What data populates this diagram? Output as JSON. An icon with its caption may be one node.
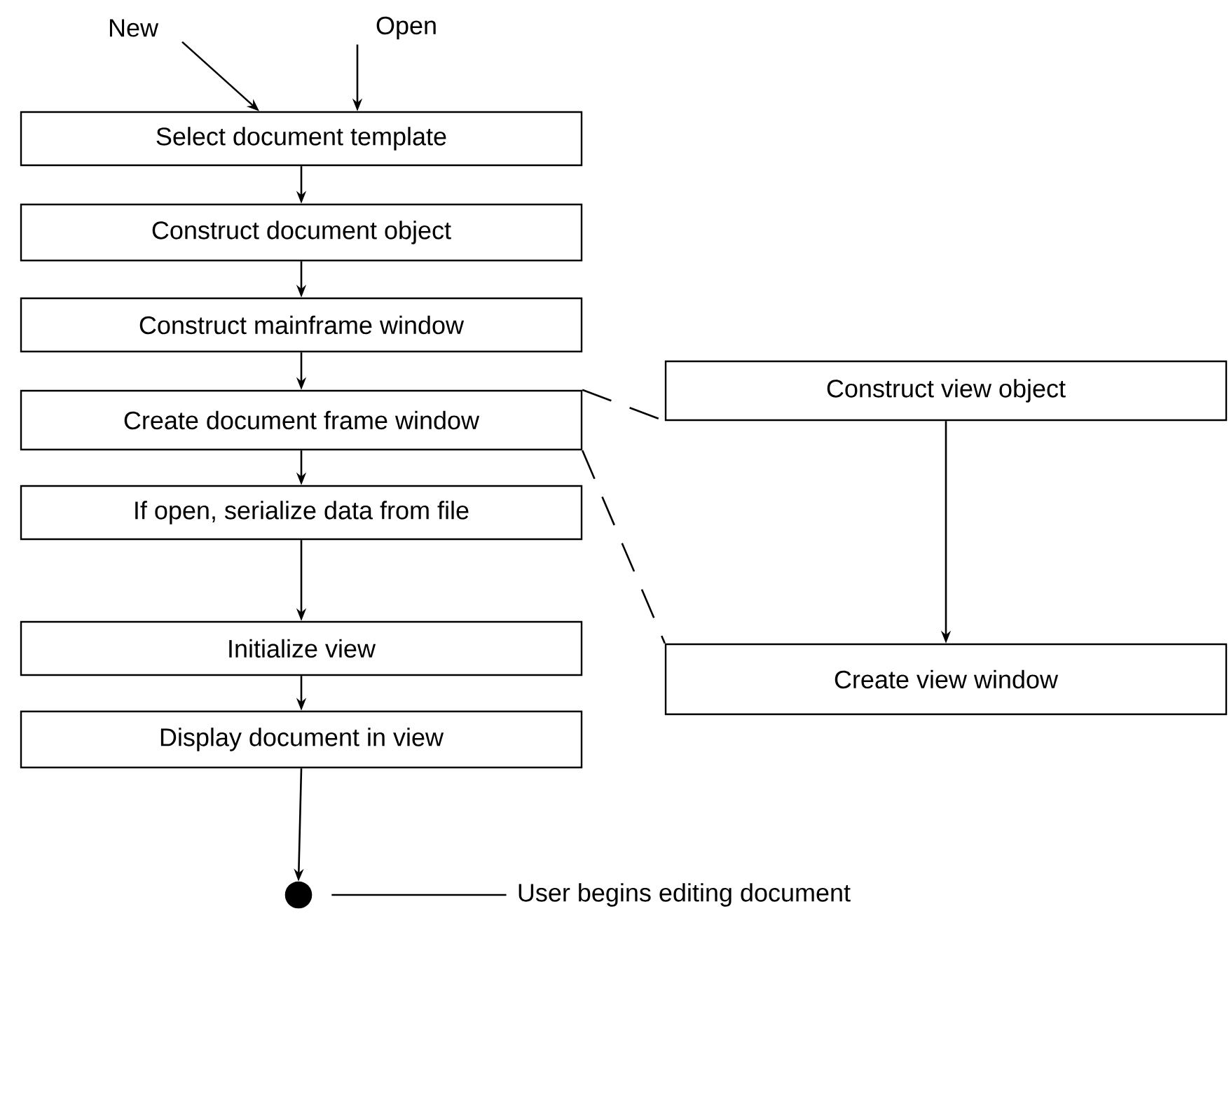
{
  "diagram": {
    "nodes": [
      {
        "text": [
          "New"
        ]
      },
      {
        "text": [
          "Open"
        ]
      },
      {
        "text": [
          "Select document template"
        ]
      },
      {
        "text": [
          "Construct document object"
        ]
      },
      {
        "text": [
          "Construct mainframe window"
        ]
      },
      {
        "text": [
          "Create document frame window"
        ]
      },
      {
        "text": [
          "If open, serialize data from file"
        ]
      },
      {
        "text": [
          "Initialize view"
        ]
      },
      {
        "text": [
          "Display document in view"
        ]
      },
      {
        "text": [],
        "shape": "circle"
      },
      {
        "text": [
          "User begins editing document"
        ]
      },
      {
        "text": [
          "Construct view object"
        ]
      },
      {
        "text": [
          "Create view window"
        ]
      }
    ],
    "edges": [
      {
        "from": 0,
        "to": 2,
        "arrow": "to"
      },
      {
        "from": 1,
        "to": 2,
        "arrow": "to"
      },
      {
        "from": 2,
        "to": 3,
        "arrow": "to"
      },
      {
        "from": 3,
        "to": 4,
        "arrow": "to"
      },
      {
        "from": 4,
        "to": 5,
        "arrow": "to"
      },
      {
        "from": 5,
        "to": 6,
        "arrow": "to"
      },
      {
        "from": 6,
        "to": 7,
        "arrow": "to"
      },
      {
        "from": 7,
        "to": 8,
        "arrow": "to"
      },
      {
        "from": 8,
        "to": 9,
        "arrow": "to"
      },
      {
        "from": 9,
        "to": 10,
        "arrow": "none"
      },
      {
        "from": 5,
        "to": 11,
        "arrow": "none",
        "style": "dashed"
      },
      {
        "from": 5,
        "to": 12,
        "arrow": "none",
        "style": "dashed"
      },
      {
        "from": 11,
        "to": 12,
        "arrow": "to"
      }
    ]
  }
}
